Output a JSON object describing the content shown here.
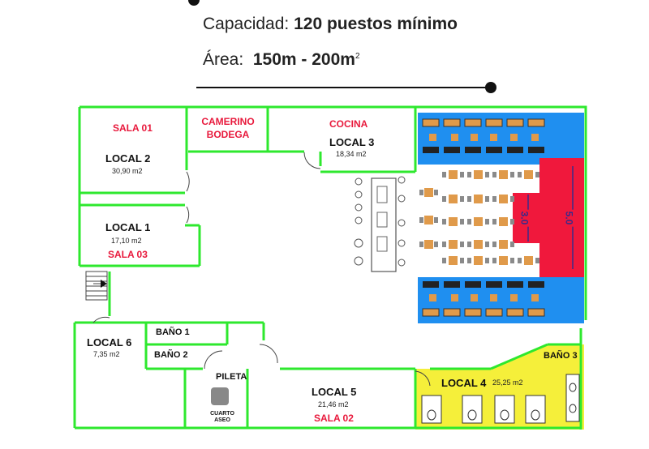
{
  "header": {
    "capacity_label": "Capacidad:",
    "capacity_value": "120 puestos mínimo",
    "area_label": "Área:",
    "area_value": "150m - 200m",
    "area_superscript": "2"
  },
  "rooms": {
    "sala01": "SALA 01",
    "camerino_bodega": "CAMERINO BODEGA",
    "cocina": "COCINA",
    "local2": {
      "name": "LOCAL 2",
      "area": "30,90 m2"
    },
    "local3": {
      "name": "LOCAL 3",
      "area": "18,34 m2"
    },
    "local1": {
      "name": "LOCAL 1",
      "area": "17,10 m2"
    },
    "sala03": "SALA 03",
    "local6": {
      "name": "LOCAL 6",
      "area": "7,35 m2"
    },
    "bano1": "BAÑO 1",
    "bano2": "BAÑO 2",
    "pileta": "PILETA",
    "cuarto_aseo": "CUARTO ASEO",
    "local5": {
      "name": "LOCAL 5",
      "area": "21,46 m2"
    },
    "sala02": "SALA 02",
    "local4": {
      "name": "LOCAL 4",
      "area": "25,25 m2"
    },
    "bano3": "BAÑO 3"
  },
  "stage": {
    "dim_inner": "3.0",
    "dim_outer": "5.0"
  },
  "colors": {
    "wall": "#2ee82e",
    "seating": "#1f8ff0",
    "stage": "#f0183c",
    "bathrooms": "#f5ef3a",
    "labels_red": "#e8193c"
  }
}
